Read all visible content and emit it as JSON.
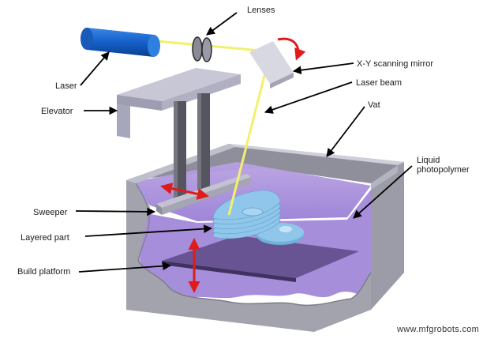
{
  "labels": {
    "lenses": "Lenses",
    "laser": "Laser",
    "xy_mirror": "X-Y scanning mirror",
    "laser_beam": "Laser beam",
    "elevator": "Elevator",
    "vat": "Vat",
    "liquid_line1": "Liquid",
    "liquid_line2": "photopolymer",
    "sweeper": "Sweeper",
    "layered_part": "Layered part",
    "build_platform": "Build platform"
  },
  "watermark": "www.mfgrobots.com",
  "colors": {
    "laser_body": "#1560c8",
    "beam": "#f3f06a",
    "vat_wall": "#a9a9b4",
    "liquid": "#a489d8",
    "part": "#8fc6ea",
    "arrow_red": "#e01b1b",
    "elevator": "#b3b3c2"
  }
}
